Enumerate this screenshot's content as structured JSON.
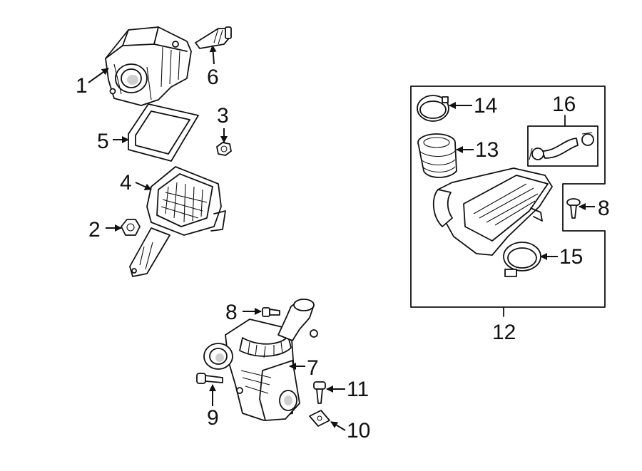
{
  "diagram": {
    "callouts": {
      "c1": "1",
      "c2": "2",
      "c3": "3",
      "c4": "4",
      "c5": "5",
      "c6": "6",
      "c7": "7",
      "c8a": "8",
      "c8b": "8",
      "c9": "9",
      "c10": "10",
      "c11": "11",
      "c12": "12",
      "c13": "13",
      "c14": "14",
      "c15": "15",
      "c16": "16"
    }
  }
}
